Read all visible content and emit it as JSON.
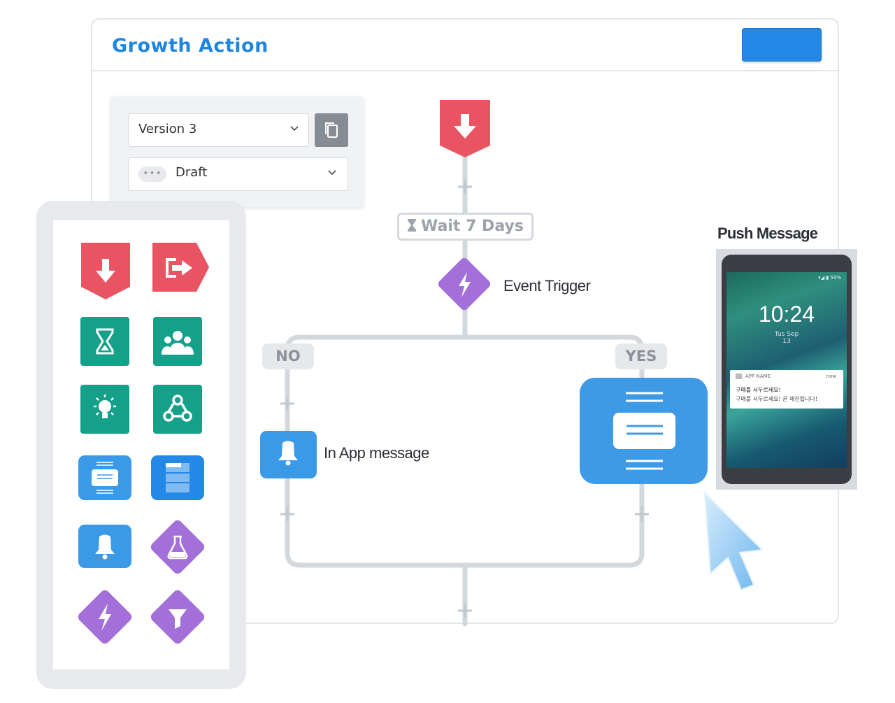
{
  "header": {
    "title": "Growth Action",
    "action_button_label": ""
  },
  "version_panel": {
    "version_value": "Version 3",
    "status_value": "Draft",
    "status_dots": "•••"
  },
  "flow": {
    "wait_label": "Wait 7 Days",
    "event_trigger_label": "Event Trigger",
    "branch_no": "NO",
    "branch_yes": "YES",
    "in_app_label": "In App message"
  },
  "push": {
    "title": "Push Message",
    "status_icons": "▾◢ ▮ 59%",
    "time": "10:24",
    "date_line1": "Tus Sep",
    "date_line2": "13",
    "notif_app": "APP NAME",
    "notif_time": "now",
    "notif_title": "구매를 서두르세요!",
    "notif_body": "구매를 서두르세요! 곧 매진됩니다!"
  },
  "colors": {
    "brand_blue": "#1f86e0",
    "entry_red": "#e95462",
    "teal": "#14a089",
    "message_blue": "#3b9ae8",
    "purple": "#a36fd9",
    "line_gray": "#d3d8dd"
  },
  "palette_icons": [
    "entry-icon",
    "exit-icon",
    "wait-icon",
    "audience-icon",
    "idea-icon",
    "webhook-icon",
    "message-icon",
    "list-icon",
    "notification-icon",
    "experiment-icon",
    "event-trigger-icon",
    "filter-icon"
  ]
}
